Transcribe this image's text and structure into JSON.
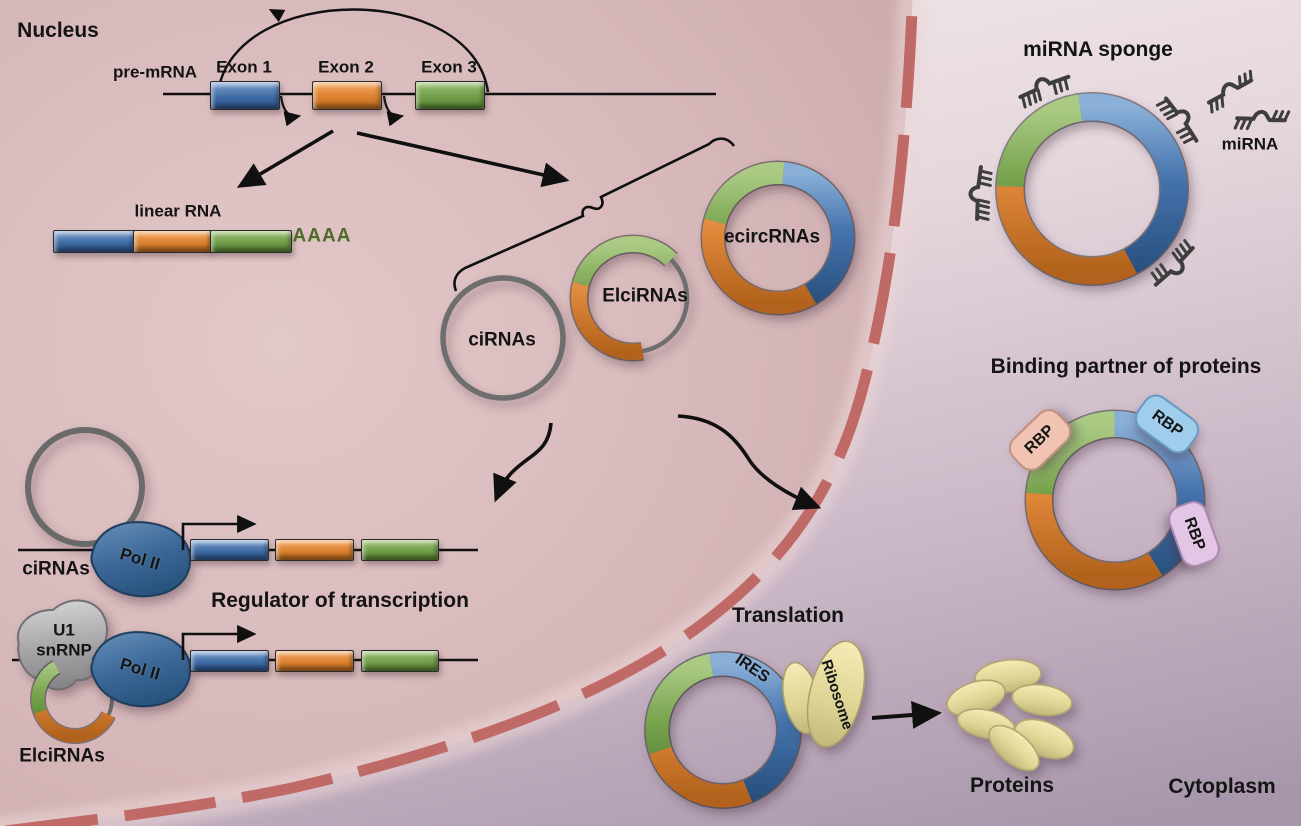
{
  "nucleus": {
    "label": "Nucleus"
  },
  "cytoplasm": {
    "label": "Cytoplasm"
  },
  "pre_mrna": {
    "label": "pre-mRNA",
    "exons": [
      "Exon 1",
      "Exon 2",
      "Exon 3"
    ]
  },
  "linear_rna": {
    "label": "linear RNA",
    "polya": "AAAA"
  },
  "circ_rnas": {
    "cirnas": "ciRNAs",
    "elcirnas": "ElciRNAs",
    "ecircrnas": "ecircRNAs"
  },
  "transcription": {
    "title": "Regulator of transcription",
    "cirnas_label": "ciRNAs",
    "elcirnas_label": "ElciRNAs",
    "pol2": "Pol II",
    "u1_line1": "U1",
    "u1_line2": "snRNP"
  },
  "sponge": {
    "title": "miRNA sponge",
    "mirna_label": "miRNA"
  },
  "binding": {
    "title": "Binding partner of proteins",
    "rbp": "RBP"
  },
  "translation": {
    "title": "Translation",
    "ires": "IRES",
    "ribosome": "Ribosome",
    "proteins": "Proteins"
  },
  "colors": {
    "exon_blue": "#3c69a2",
    "exon_orange": "#d97f2e",
    "exon_green": "#6f9c47",
    "nuclear_envelope": "#c06a68",
    "nucleus_fill": "#d9babc",
    "cytoplasm_top": "#f1e9ec",
    "cytoplasm_bottom": "#a796ab",
    "polya_text": "#4c6b28",
    "pol2_fill": "#3c6898",
    "u1_fill": "#a5a3a5",
    "rbp_salmon": "#f0c3b3",
    "rbp_blue": "#9fcdeb",
    "rbp_lavender": "#e3c6e6",
    "ribosome_fill": "#ddd393",
    "mirna_dark": "#3e3e3e"
  }
}
